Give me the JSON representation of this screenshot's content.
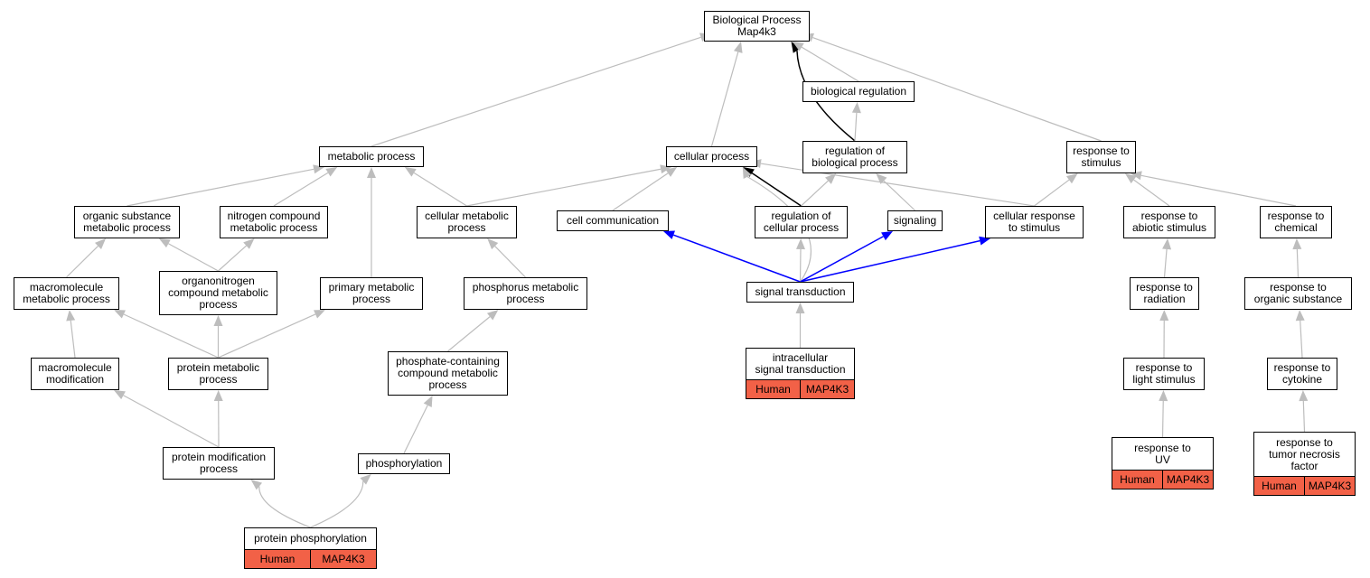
{
  "colors": {
    "edge_default": "#bdbdbd",
    "edge_black": "#000000",
    "edge_blue": "#0000ff",
    "annotation_fill": "#f26147"
  },
  "nodes": [
    {
      "id": "bp",
      "label": "Biological Process\nMap4k3"
    },
    {
      "id": "bioreg",
      "label": "biological regulation"
    },
    {
      "id": "metab",
      "label": "metabolic process"
    },
    {
      "id": "cellproc",
      "label": "cellular process"
    },
    {
      "id": "regbio",
      "label": "regulation of\nbiological process"
    },
    {
      "id": "respstim",
      "label": "response to\nstimulus"
    },
    {
      "id": "orgsub",
      "label": "organic substance\nmetabolic process"
    },
    {
      "id": "nitro",
      "label": "nitrogen compound\nmetabolic process"
    },
    {
      "id": "cellmet",
      "label": "cellular metabolic\nprocess"
    },
    {
      "id": "cellcomm",
      "label": "cell communication"
    },
    {
      "id": "regcell",
      "label": "regulation of\ncellular process"
    },
    {
      "id": "signaling",
      "label": "signaling"
    },
    {
      "id": "cellresp",
      "label": "cellular response\nto stimulus"
    },
    {
      "id": "abiotic",
      "label": "response to\nabiotic stimulus"
    },
    {
      "id": "chemical",
      "label": "response to\nchemical"
    },
    {
      "id": "macromet",
      "label": "macromolecule\nmetabolic process"
    },
    {
      "id": "organonit",
      "label": "organonitrogen\ncompound metabolic\nprocess"
    },
    {
      "id": "primary",
      "label": "primary metabolic\nprocess"
    },
    {
      "id": "phosmet",
      "label": "phosphorus metabolic\nprocess"
    },
    {
      "id": "sigtrans",
      "label": "signal transduction"
    },
    {
      "id": "radiation",
      "label": "response to\nradiation"
    },
    {
      "id": "orgsubresp",
      "label": "response to\norganic substance"
    },
    {
      "id": "macromod",
      "label": "macromolecule\nmodification"
    },
    {
      "id": "protmet",
      "label": "protein metabolic\nprocess"
    },
    {
      "id": "phoscont",
      "label": "phosphate-containing\ncompound metabolic\nprocess"
    },
    {
      "id": "intracell",
      "label": "intracellular\nsignal transduction",
      "species": "Human",
      "gene": "MAP4K3"
    },
    {
      "id": "light",
      "label": "response to\nlight stimulus"
    },
    {
      "id": "cytokine",
      "label": "response to\ncytokine"
    },
    {
      "id": "protmod",
      "label": "protein modification\nprocess"
    },
    {
      "id": "phosph",
      "label": "phosphorylation"
    },
    {
      "id": "uv",
      "label": "response to\nUV",
      "species": "Human",
      "gene": "MAP4K3"
    },
    {
      "id": "tnf",
      "label": "response to\ntumor necrosis\nfactor",
      "species": "Human",
      "gene": "MAP4K3"
    },
    {
      "id": "protphos",
      "label": "protein phosphorylation",
      "species": "Human",
      "gene": "MAP4K3"
    }
  ],
  "edges": [
    {
      "from": "metab",
      "to": "bp",
      "color": "gray"
    },
    {
      "from": "cellproc",
      "to": "bp",
      "color": "gray"
    },
    {
      "from": "regbio",
      "to": "bp",
      "color": "black"
    },
    {
      "from": "bioreg",
      "to": "bp",
      "color": "gray"
    },
    {
      "from": "respstim",
      "to": "bp",
      "color": "gray"
    },
    {
      "from": "regbio",
      "to": "bioreg",
      "color": "gray"
    },
    {
      "from": "orgsub",
      "to": "metab",
      "color": "gray"
    },
    {
      "from": "nitro",
      "to": "metab",
      "color": "gray"
    },
    {
      "from": "cellmet",
      "to": "metab",
      "color": "gray"
    },
    {
      "from": "primary",
      "to": "metab",
      "color": "gray"
    },
    {
      "from": "cellmet",
      "to": "cellproc",
      "color": "gray"
    },
    {
      "from": "cellcomm",
      "to": "cellproc",
      "color": "gray"
    },
    {
      "from": "regcell",
      "to": "cellproc",
      "color": "black"
    },
    {
      "from": "sigtrans",
      "to": "cellproc",
      "color": "gray"
    },
    {
      "from": "cellresp",
      "to": "cellproc",
      "color": "gray"
    },
    {
      "from": "regcell",
      "to": "regbio",
      "color": "gray"
    },
    {
      "from": "signaling",
      "to": "regbio",
      "color": "gray"
    },
    {
      "from": "cellresp",
      "to": "respstim",
      "color": "gray"
    },
    {
      "from": "abiotic",
      "to": "respstim",
      "color": "gray"
    },
    {
      "from": "chemical",
      "to": "respstim",
      "color": "gray"
    },
    {
      "from": "macromet",
      "to": "orgsub",
      "color": "gray"
    },
    {
      "from": "organonit",
      "to": "orgsub",
      "color": "gray"
    },
    {
      "from": "organonit",
      "to": "nitro",
      "color": "gray"
    },
    {
      "from": "phosmet",
      "to": "cellmet",
      "color": "gray"
    },
    {
      "from": "sigtrans",
      "to": "cellcomm",
      "color": "blue"
    },
    {
      "from": "sigtrans",
      "to": "regcell",
      "color": "gray"
    },
    {
      "from": "sigtrans",
      "to": "signaling",
      "color": "blue"
    },
    {
      "from": "sigtrans",
      "to": "cellresp",
      "color": "blue"
    },
    {
      "from": "radiation",
      "to": "abiotic",
      "color": "gray"
    },
    {
      "from": "orgsubresp",
      "to": "chemical",
      "color": "gray"
    },
    {
      "from": "macromod",
      "to": "macromet",
      "color": "gray"
    },
    {
      "from": "protmet",
      "to": "macromet",
      "color": "gray"
    },
    {
      "from": "protmet",
      "to": "organonit",
      "color": "gray"
    },
    {
      "from": "protmet",
      "to": "primary",
      "color": "gray"
    },
    {
      "from": "phoscont",
      "to": "phosmet",
      "color": "gray"
    },
    {
      "from": "intracell",
      "to": "sigtrans",
      "color": "gray"
    },
    {
      "from": "light",
      "to": "radiation",
      "color": "gray"
    },
    {
      "from": "cytokine",
      "to": "orgsubresp",
      "color": "gray"
    },
    {
      "from": "protmod",
      "to": "macromod",
      "color": "gray"
    },
    {
      "from": "protmod",
      "to": "protmet",
      "color": "gray"
    },
    {
      "from": "phosph",
      "to": "phoscont",
      "color": "gray"
    },
    {
      "from": "uv",
      "to": "light",
      "color": "gray"
    },
    {
      "from": "tnf",
      "to": "cytokine",
      "color": "gray"
    },
    {
      "from": "protphos",
      "to": "protmod",
      "color": "gray"
    },
    {
      "from": "protphos",
      "to": "phosph",
      "color": "gray"
    }
  ]
}
